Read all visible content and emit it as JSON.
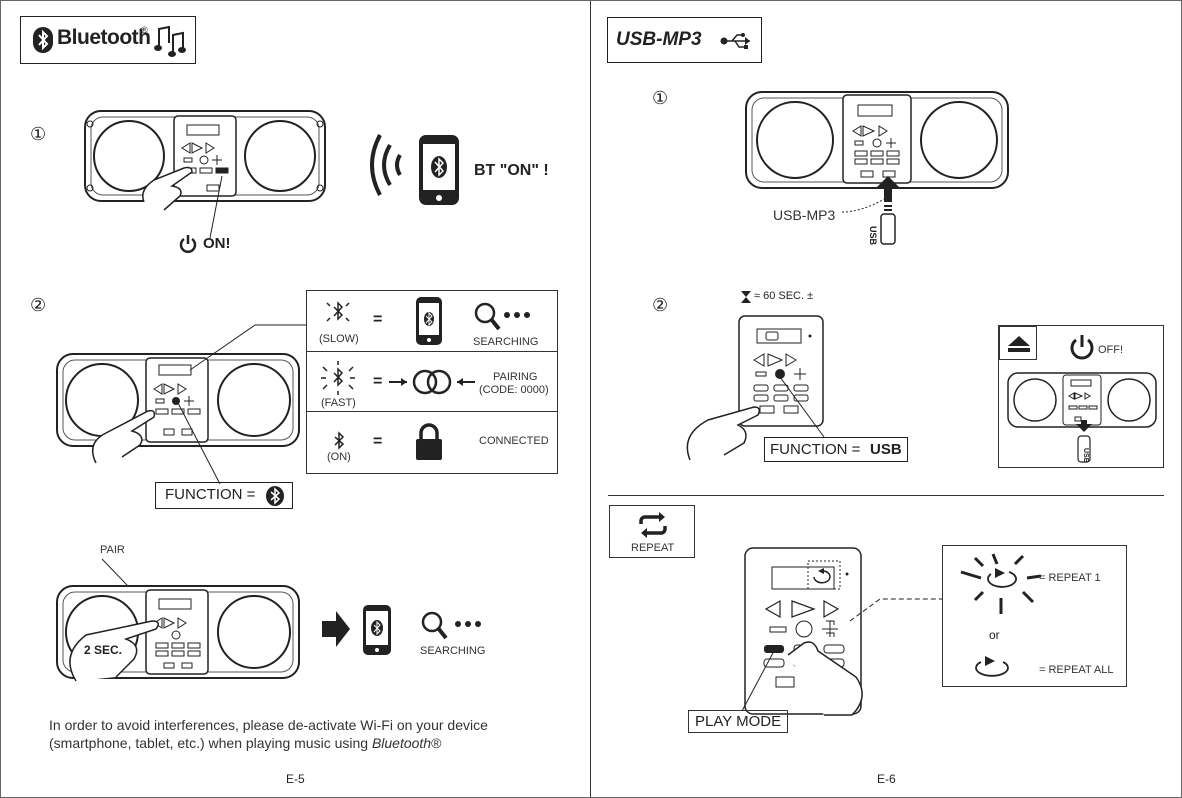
{
  "left_page": {
    "header": {
      "brand": "Bluetooth",
      "reg": "®"
    },
    "step1": {
      "marker": "①",
      "on_label": "ON!",
      "bt_on": "BT \"ON\" !"
    },
    "step2": {
      "marker": "②",
      "rows": [
        {
          "mode": "(SLOW)",
          "equals": "=",
          "status": "SEARCHING"
        },
        {
          "mode": "(FAST)",
          "equals": "=",
          "status_line1": "PAIRING",
          "status_line2": "(CODE: 0000)"
        },
        {
          "mode": "(ON)",
          "equals": "=",
          "status": "CONNECTED"
        }
      ],
      "function_label": "FUNCTION ="
    },
    "step3": {
      "pair_label": "PAIR",
      "hold": "2 SEC.",
      "status": "SEARCHING"
    },
    "note": {
      "line1": "In order to avoid interferences, please de-activate Wi-Fi on your device",
      "line2": "(smartphone, tablet, etc.) when playing music using ",
      "brand_italic": "Bluetooth",
      "reg": "®"
    },
    "page_number": "E-5"
  },
  "right_page": {
    "header": {
      "title": "USB-MP3"
    },
    "step1": {
      "marker": "①",
      "usb_label": "USB-MP3",
      "stick": "USB"
    },
    "step2": {
      "marker": "②",
      "timer": "≈  60 SEC. ±",
      "function_prefix": "FUNCTION = ",
      "function_value": "USB",
      "off_label": "OFF!",
      "stick": "USB"
    },
    "repeat": {
      "label": "REPEAT",
      "repeat1": "= REPEAT 1",
      "or": "or",
      "repeat_all": "= REPEAT ALL",
      "play_mode": "PLAY MODE"
    },
    "page_number": "E-6"
  },
  "colors": {
    "ink": "#222222",
    "border": "#333333"
  }
}
